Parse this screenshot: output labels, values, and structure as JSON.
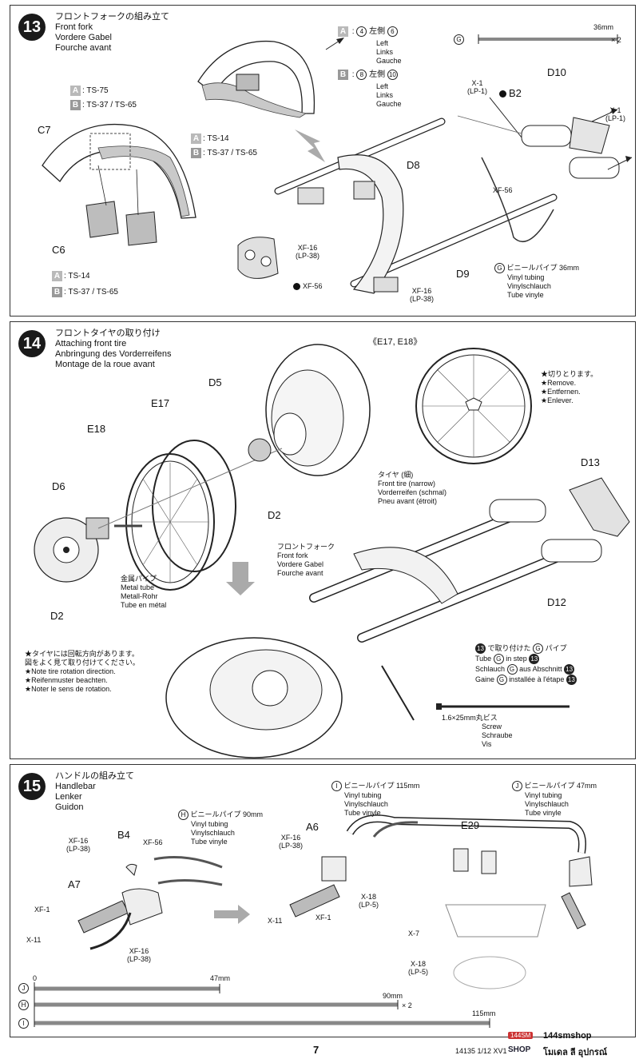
{
  "page": {
    "number": "7",
    "code": "14135  1/12 XV1",
    "brand_line1": "144smshop",
    "brand_line2": "โมเดล ลี อุปกรณ์",
    "shop_badge": "144SM",
    "shop_word": "SHOP"
  },
  "step13": {
    "num": "13",
    "title_jp": "フロントフォークの組み立て",
    "title_en": "Front fork",
    "title_de": "Vordere Gabel",
    "title_fr": "Fourche avant",
    "paint_a_top": "A",
    "paint_a_top_val": ": TS-75",
    "paint_b_top": "B",
    "paint_b_top_val": ": TS-37 / TS-65",
    "paint_a_mid": "A",
    "paint_a_mid_val": ": TS-14",
    "paint_b_mid": "B",
    "paint_b_mid_val": ": TS-37 / TS-65",
    "paint_a_bot": "A",
    "paint_a_bot_val": ": TS-14",
    "paint_b_bot": "B",
    "paint_b_bot_val": ": TS-37 / TS-65",
    "c7": "C7",
    "c6": "C6",
    "left_a": "A",
    "left_a_n1": "4",
    "left_jp": "左側",
    "left_a_n2": "6",
    "left_en": "Left",
    "left_de": "Links",
    "left_fr": "Gauche",
    "left_b": "B",
    "left_b_n1": "8",
    "left_b_n2": "10",
    "tube_g": "G",
    "tube_len": "36mm",
    "tube_qty": "× 2",
    "x1_lp1_a": "X-1",
    "x1_lp1_a_sub": "(LP-1)",
    "b2": "B2",
    "d10": "D10",
    "x1_right": "X-1",
    "x1_right_sub": "(LP-1)",
    "d8": "D8",
    "xf56_a": "XF-56",
    "xf16_a": "XF-16",
    "xf16_a_sub": "(LP-38)",
    "xf56_b": "XF-56",
    "xf16_b": "XF-16",
    "xf16_b_sub": "(LP-38)",
    "d9": "D9",
    "vinyl_jp": "ビニールパイプ 36mm",
    "vinyl_en": "Vinyl tubing",
    "vinyl_de": "Vinylschlauch",
    "vinyl_fr": "Tube vinyle"
  },
  "step14": {
    "num": "14",
    "title_jp": "フロントタイヤの取り付け",
    "title_en": "Attaching front tire",
    "title_de": "Anbringung des Vorderreifens",
    "title_fr": "Montage de la roue avant",
    "e_label": "《E17, E18》",
    "remove_jp": "★切りとります。",
    "remove_en": "★Remove.",
    "remove_de": "★Entfernen.",
    "remove_fr": "★Enlever.",
    "d5": "D5",
    "e17": "E17",
    "e18": "E18",
    "d6": "D6",
    "d2a": "D2",
    "d2b": "D2",
    "d13": "D13",
    "d12": "D12",
    "tire_jp": "タイヤ (細)",
    "tire_en": "Front tire (narrow)",
    "tire_de": "Vorderreifen (schmal)",
    "tire_fr": "Pneu avant (étroit)",
    "fork_jp": "フロントフォーク",
    "fork_en": "Front fork",
    "fork_de": "Vordere Gabel",
    "fork_fr": "Fourche avant",
    "metal_jp": "金属パイプ",
    "metal_en": "Metal tube",
    "metal_de": "Metall-Rohr",
    "metal_fr": "Tube en métal",
    "rot_jp1": "★タイヤには回転方向があります。",
    "rot_jp2": "図をよく見て取り付けてください。",
    "rot_en": "★Note tire rotation direction.",
    "rot_de": "★Reifenmuster beachten.",
    "rot_fr": "★Noter le sens de rotation.",
    "tubeg_jp": "で取り付けた",
    "tubeg_jp2": "パイプ",
    "tubeg_en": "Tube",
    "tubeg_en2": "in step",
    "tubeg_de": "Schlauch",
    "tubeg_de2": "aus Abschnitt",
    "tubeg_fr": "Gaine",
    "tubeg_fr2": "installée à l'étape",
    "screw_size": "1.6×25mm丸ビス",
    "screw_en": "Screw",
    "screw_de": "Schraube",
    "screw_fr": "Vis"
  },
  "step15": {
    "num": "15",
    "title_jp": "ハンドルの組み立て",
    "title_en": "Handlebar",
    "title_de": "Lenker",
    "title_fr": "Guidon",
    "h_label": "H",
    "h_jp": "ビニールパイプ 90mm",
    "h_en": "Vinyl tubing",
    "h_de": "Vinylschlauch",
    "h_fr": "Tube vinyle",
    "i_label": "I",
    "i_jp": "ビニールパイプ 115mm",
    "i_en": "Vinyl tubing",
    "i_de": "Vinylschlauch",
    "i_fr": "Tube vinyle",
    "j_label": "J",
    "j_jp": "ビニールパイプ 47mm",
    "j_en": "Vinyl tubing",
    "j_de": "Vinylschlauch",
    "j_fr": "Tube vinyle",
    "xf16_a": "XF-16",
    "xf16_a_sub": "(LP-38)",
    "b4": "B4",
    "xf56": "XF-56",
    "a7": "A7",
    "xf1_a": "XF-1",
    "x11_a": "X-11",
    "xf16_b": "XF-16",
    "xf16_b_sub": "(LP-38)",
    "xf16_c": "XF-16",
    "xf16_c_sub": "(LP-38)",
    "a6": "A6",
    "x18_a": "X-18",
    "x18_a_sub": "(LP-5)",
    "x11_b": "X-11",
    "xf1_b": "XF-1",
    "e29": "E29",
    "x7": "X-7",
    "x18_b": "X-18",
    "x18_b_sub": "(LP-5)",
    "scale_j": "J",
    "scale_j_len": "47mm",
    "scale_h": "H",
    "scale_h_len": "90mm",
    "scale_h_qty": "× 2",
    "scale_i": "I",
    "scale_i_len": "115mm",
    "scale_zero": "0"
  }
}
